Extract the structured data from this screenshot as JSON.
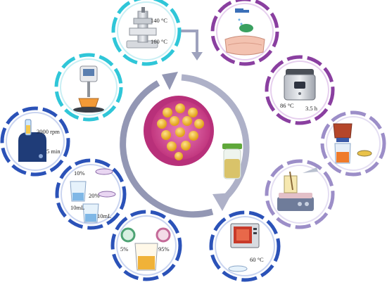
{
  "steps": {
    "extrusion": {
      "temp_top": "140 °C",
      "temp_bottom": "160 °C"
    },
    "centrifuge": {
      "speed": "3000 rpm",
      "time": "5 min"
    },
    "dilution": {
      "pct_a": "10%",
      "pct_b": "20%",
      "vol_a": "10mL",
      "vol_b": "10mL"
    },
    "ethanol": {
      "pct_low": "5%",
      "pct_high": "95%"
    },
    "cooker": {
      "temp": "86 °C",
      "time": "3.5 h"
    },
    "oven": {
      "temp": "60 °C"
    }
  },
  "colors": {
    "cyan_ring": "#2fc6d8",
    "blue_ring": "#2b52b8",
    "purple_ring": "#8a3fa0",
    "lavender_ring": "#9c8ec8",
    "cycle_arrow": "#9ea2bd",
    "center_pink": "#d6559a",
    "granule_yellow": "#f0b92a"
  }
}
